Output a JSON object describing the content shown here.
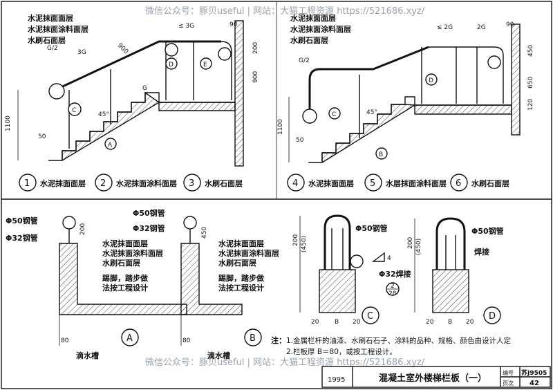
{
  "watermark": {
    "top": "微信公众号：豚贝useful | 网站：大猫工程资源 https://521686.xyz/",
    "bottom": "微信公众号：豚贝useful | 网站：大猫工程资源 https://521686.xyz/"
  },
  "top_left": {
    "layer_labels": [
      "水泥抹面面层",
      "水泥抹面涂料面层",
      "水刷石面层"
    ],
    "dims": {
      "g_half": "G/2",
      "three_g_a": "3G",
      "three_g_b": "≤ 3G",
      "ninety": "90",
      "two_hundred": "200",
      "nine_hundred": "900",
      "eleven_hundred": "1100",
      "fifty": "50",
      "g": "G",
      "nine_hundred_diag": "900",
      "forty_five": "45°"
    },
    "markers": [
      "C",
      "D",
      "E",
      "A"
    ]
  },
  "top_right": {
    "layer_labels": [
      "水泥抹面面层",
      "水泥抹面涂料面层",
      "水刷石面层"
    ],
    "dims": {
      "le2g": "≤ 2G",
      "two_g": "2G",
      "ninety": "90",
      "g_half": "G/2",
      "four_fifty": "450",
      "six_fifty": "650",
      "one_twenty": "120",
      "eleven_hundred": "1100",
      "fifty": "50",
      "forty_five": "45°"
    },
    "markers": [
      "D",
      "C",
      "B"
    ]
  },
  "variants": [
    {
      "num": "1",
      "label": "水泥抹面面层"
    },
    {
      "num": "2",
      "label": "水泥抹面涂料面层"
    },
    {
      "num": "3",
      "label": "水刷石面层"
    },
    {
      "num": "4",
      "label": "水泥抹面面层"
    },
    {
      "num": "5",
      "label": "水层抹面涂料面层"
    },
    {
      "num": "6",
      "label": "水刷石面层"
    }
  ],
  "detail_a": {
    "pipe50": "Φ50钢管",
    "pipe32": "Φ32钢管",
    "dim200": "200",
    "layers": [
      "水泥抹面面层",
      "水泥抹面涂料面层",
      "水刷石面层"
    ],
    "note1": "踢脚，踏步做",
    "note2": "法按工程设计",
    "drip": "滴水槽",
    "dim80": "80",
    "letter": "A"
  },
  "detail_b": {
    "pipe50": "Φ50钢管",
    "pipe32": "Φ32钢管",
    "dim450": "450",
    "layers": [
      "水泥抹面面层",
      "水泥抹面涂料面层",
      "水刷石面层"
    ],
    "note1": "踢脚，踏步做",
    "note2": "法按工程设计",
    "drip": "滴水槽",
    "dim80": "80",
    "letter": "B"
  },
  "detail_c": {
    "pipe50": "Φ50钢管",
    "dim200": "200",
    "dim450": "(450)",
    "dim20a": "20",
    "dimB": "B",
    "dim20b": "20",
    "weld_num": "4",
    "letter": "C"
  },
  "detail_d": {
    "pipe50": "Φ50钢管",
    "weld": "焊接",
    "pipe32": "Φ32焊接",
    "ref_top": "2",
    "ref_bot": "28",
    "dim200": "200",
    "dim450": "(450)",
    "dim20a": "20",
    "dimB": "B",
    "dim20b": "20",
    "letter": "D"
  },
  "notes": {
    "title": "注：",
    "line1": "1.金属栏杆的油漆、水刷石石子、涂料的品种、规格、颜色由设计人定",
    "line2": "2.栏板厚 B＝80，或按工程设计。"
  },
  "title_block": {
    "year": "1995",
    "title": "混凝土室外楼梯栏板（一）",
    "code_label": "编号",
    "code_value": "苏J9505",
    "page_label": "页次",
    "page_value": "42"
  }
}
